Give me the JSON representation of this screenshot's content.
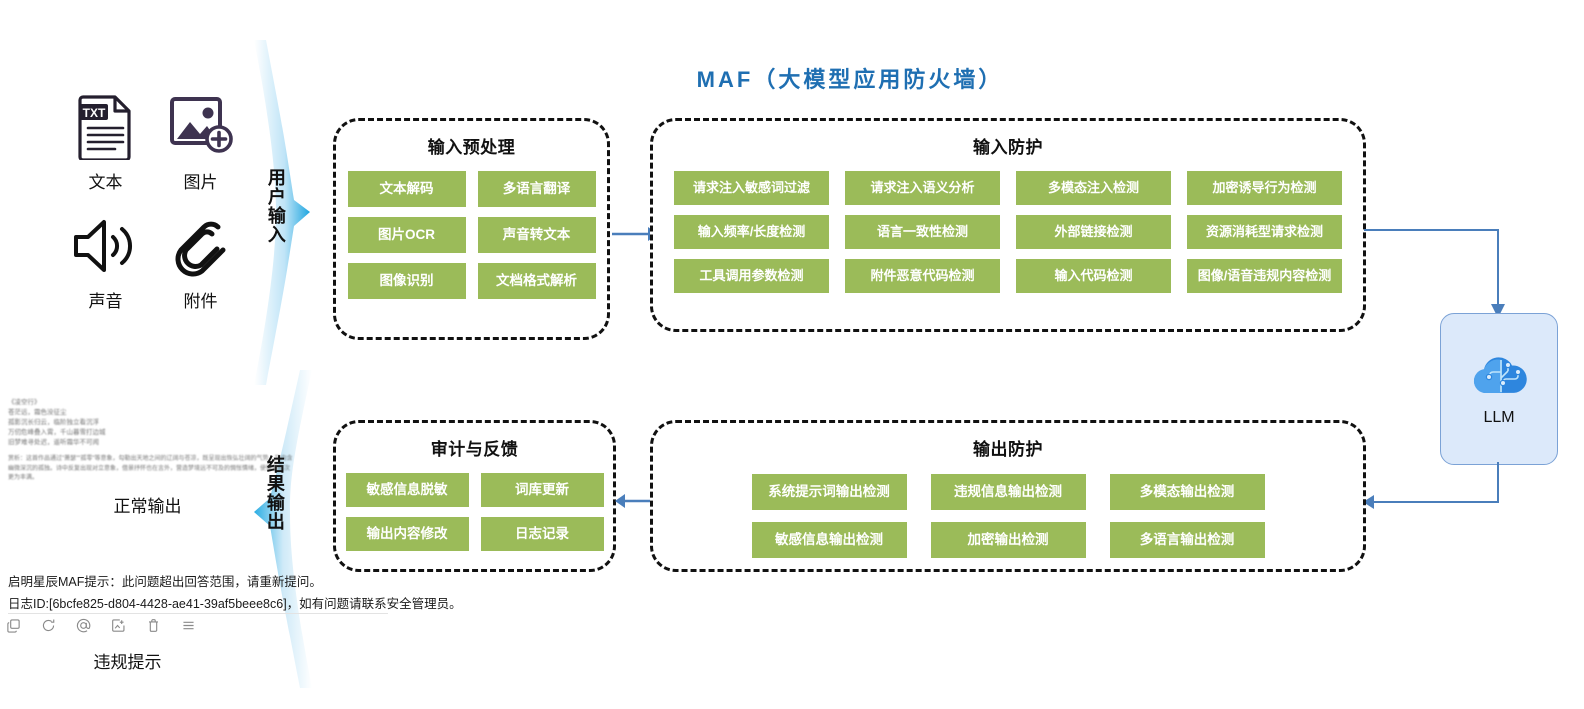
{
  "title": "MAF（大模型应用防火墙）",
  "input_sources": {
    "items": [
      {
        "label": "文本",
        "icon": "txt-document-icon"
      },
      {
        "label": "图片",
        "icon": "image-add-icon"
      },
      {
        "label": "声音",
        "icon": "speaker-sound-icon"
      },
      {
        "label": "附件",
        "icon": "paperclip-attachment-icon"
      }
    ]
  },
  "flow": {
    "user_input_label": "用户输入",
    "result_output_label": "结果输出"
  },
  "panels": {
    "preprocess": {
      "title": "输入预处理",
      "chips": [
        "文本解码",
        "多语言翻译",
        "图片OCR",
        "声音转文本",
        "图像识别",
        "文档格式解析"
      ]
    },
    "input_guard": {
      "title": "输入防护",
      "chips": [
        "请求注入敏感词过滤",
        "请求注入语义分析",
        "多模态注入检测",
        "加密诱导行为检测",
        "输入频率/长度检测",
        "语言一致性检测",
        "外部链接检测",
        "资源消耗型请求检测",
        "工具调用参数检测",
        "附件恶意代码检测",
        "输入代码检测",
        "图像/语音违规内容检测"
      ]
    },
    "audit": {
      "title": "审计与反馈",
      "chips": [
        "敏感信息脱敏",
        "词库更新",
        "输出内容修改",
        "日志记录"
      ]
    },
    "output_guard": {
      "title": "输出防护",
      "chips": [
        "系统提示词输出检测",
        "违规信息输出检测",
        "多模态输出检测",
        "敏感信息输出检测",
        "加密输出检测",
        "多语言输出检测"
      ]
    }
  },
  "llm": {
    "label": "LLM",
    "icon": "cloud-ai-icon"
  },
  "normal_output": {
    "caption": "正常输出",
    "poem_title": "《凌空行》",
    "poem_lines": [
      "苍茫远，霜色没征尘",
      "孤影沉长归云，临阶独立看沉浮",
      "万仞危峰叠入霄，千山暮雪打边城",
      "旧梦难寻处迟，遥听霜华不可闻"
    ],
    "poem_note": "赏析：这首作品通过\"萧瑟\"\"孤零\"等意象，勾勒出天地之间的辽阔与苍凉，既呈现出恢弘壮阔的气势，又内含幽微深沉的孤独。诗中反复出现对立意象，借景抒怀也在言外，营造梦境远不可及的惆怅情绪，使情感层次更为丰满。"
  },
  "violation": {
    "caption": "违规提示",
    "warning_line1": "启明星辰MAF提示：此问题超出回答范围，请重新提问。",
    "warning_line2": "日志ID:[6bcfe825-d804-4428-ae41-39af5beee8c6]，如有问题请联系安全管理员。",
    "toolbar_icons": [
      "copy-icon",
      "refresh-icon",
      "at-mention-icon",
      "export-icon",
      "delete-icon",
      "menu-icon"
    ]
  },
  "colors": {
    "chip_green": "#9BBB59",
    "title_blue": "#1F6FB2",
    "arrow_blue": "#4A7EBB",
    "llm_bg": "#DCE9FA"
  }
}
